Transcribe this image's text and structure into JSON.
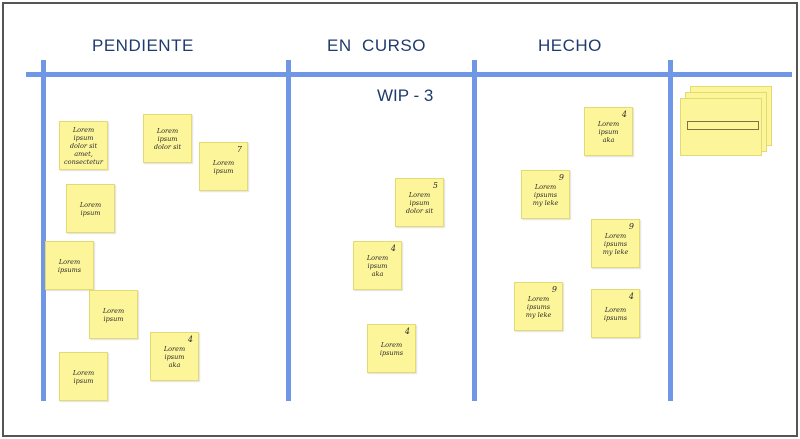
{
  "columns": [
    {
      "title": "PENDIENTE"
    },
    {
      "title": "EN  CURSO"
    },
    {
      "title": "HECHO"
    }
  ],
  "wip_label": "WIP - 3",
  "colors": {
    "line": "#6f97e6",
    "note": "#fdf59a",
    "title": "#1f3b6e"
  },
  "notes": {
    "p1": {
      "text": "Lorem ipsum\ndolor sit\namet,\nconsectetur",
      "num": ""
    },
    "p2": {
      "text": "Lorem ipsum\ndolor sit",
      "num": ""
    },
    "p3": {
      "text": "Lorem ipsum",
      "num": "7"
    },
    "p4": {
      "text": "Lorem ipsum",
      "num": ""
    },
    "p5": {
      "text": "Lorem\nipsums",
      "num": ""
    },
    "p6": {
      "text": "Lorem ipsum",
      "num": ""
    },
    "p7": {
      "text": "Lorem ipsum\naka",
      "num": "4"
    },
    "p8": {
      "text": "Lorem ipsum",
      "num": ""
    },
    "c1": {
      "text": "Lorem ipsum\ndolor sit",
      "num": "5"
    },
    "c2": {
      "text": "Lorem ipsum\naka",
      "num": "4"
    },
    "c3": {
      "text": "Lorem\nipsums",
      "num": "4"
    },
    "d1": {
      "text": "Lorem ipsum\naka",
      "num": "4"
    },
    "d2": {
      "text": "Lorem\nipsums\nmy leke",
      "num": "9"
    },
    "d3": {
      "text": "Lorem\nipsums\nmy leke",
      "num": "9"
    },
    "d4": {
      "text": "Lorem\nipsums\nmy leke",
      "num": "9"
    },
    "d5": {
      "text": "Lorem\nipsums",
      "num": "4"
    }
  }
}
